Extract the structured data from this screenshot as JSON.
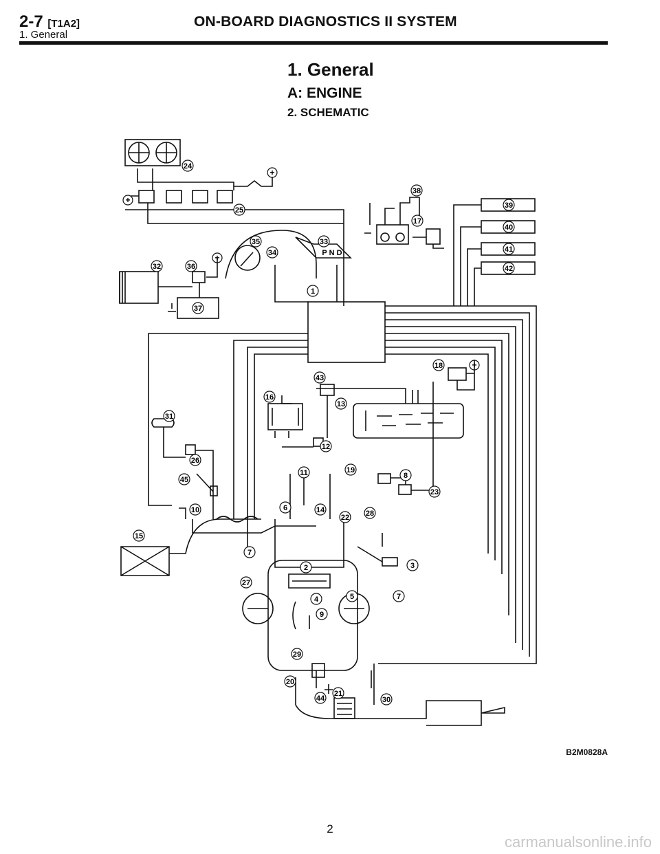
{
  "header": {
    "code": "2-7",
    "tag": "[T1A2]",
    "subtitle": "1. General",
    "title": "ON-BOARD DIAGNOSTICS II SYSTEM"
  },
  "section": {
    "title": "1. General",
    "subtitle": "A: ENGINE",
    "item": "2. SCHEMATIC"
  },
  "schematic": {
    "labels": [
      "1",
      "2",
      "3",
      "4",
      "5",
      "6",
      "7",
      "7",
      "8",
      "9",
      "10",
      "11",
      "12",
      "13",
      "14",
      "15",
      "16",
      "17",
      "18",
      "19",
      "20",
      "21",
      "22",
      "23",
      "24",
      "25",
      "26",
      "27",
      "28",
      "29",
      "30",
      "31",
      "32",
      "33",
      "34",
      "35",
      "36",
      "37",
      "38",
      "39",
      "40",
      "41",
      "42",
      "43",
      "44",
      "45"
    ],
    "shifter_letters": "P N D",
    "plus_symbol": "+",
    "minus_symbol": "−"
  },
  "figure_code": "B2M0828A",
  "page_number": "2",
  "watermark": "carmanualsonline.info"
}
